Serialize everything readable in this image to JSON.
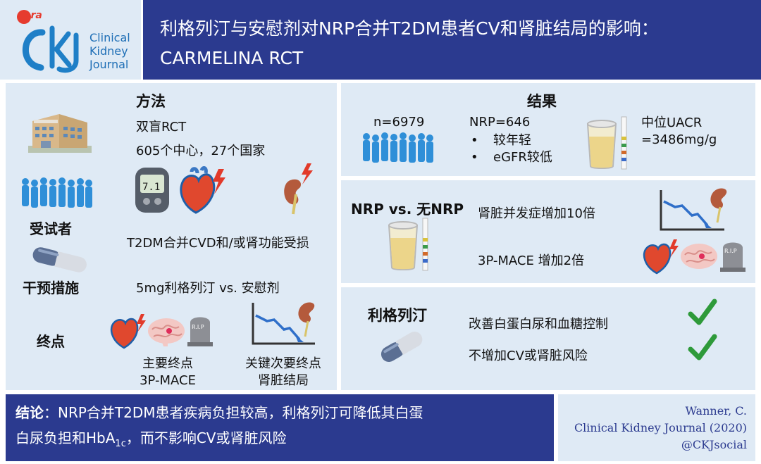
{
  "header": {
    "logo_small": "era",
    "logo_lines": [
      "Clinical",
      "Kidney",
      "Journal"
    ],
    "title_line1": "利格列汀与安慰剂对NRP合并T2DM患者CV和肾脏结局的影响：",
    "title_line2": "CARMELINA RCT"
  },
  "methods": {
    "heading": "方法",
    "design": "双盲RCT",
    "sites": "605个中心，27个国家",
    "subjects_label": "受试者",
    "population": "T2DM合并CVD和/或肾功能受损",
    "intervention_label": "干预措施",
    "intervention": "5mg利格列汀 vs. 安慰剂",
    "endpoints_label": "终点",
    "primary_line1": "主要终点",
    "primary_line2": "3P-MACE",
    "secondary_line1": "关键次要终点",
    "secondary_line2": "肾脏结局",
    "glucometer_reading": "7.1"
  },
  "results": {
    "heading": "结果",
    "n_total": "n=6979",
    "nrp_count": "NRP=646",
    "nrp_bullets": [
      "较年轻",
      "eGFR较低"
    ],
    "uacr_line1": "中位UACR",
    "uacr_line2": "=3486mg/g",
    "comparison_label": "NRP vs. 无NRP",
    "renal_increase": "肾脏并发症增加10倍",
    "mace_increase": "3P-MACE 增加2倍",
    "drug_label": "利格列汀",
    "benefit1": "改善白蛋白尿和血糖控制",
    "benefit2": "不增加CV或肾脏风险",
    "rip": "R.I.P"
  },
  "conclusion": {
    "label": "结论",
    "line1": "：NRP合并T2DM患者疾病负担较高，利格列汀可降低其白蛋",
    "line2_pre": "白尿负担和HbA",
    "line2_sub": "1c",
    "line2_post": "，而不影响CV或肾脏风险"
  },
  "citation": {
    "author": "Wanner, C.",
    "journal": "Clinical Kidney Journal (2020)",
    "social": "@CKJsocial"
  },
  "colors": {
    "navy": "#2b3a8f",
    "pale_blue": "#dfeaf5",
    "people_blue": "#2f8fd8",
    "check_green": "#2e9a3a"
  }
}
